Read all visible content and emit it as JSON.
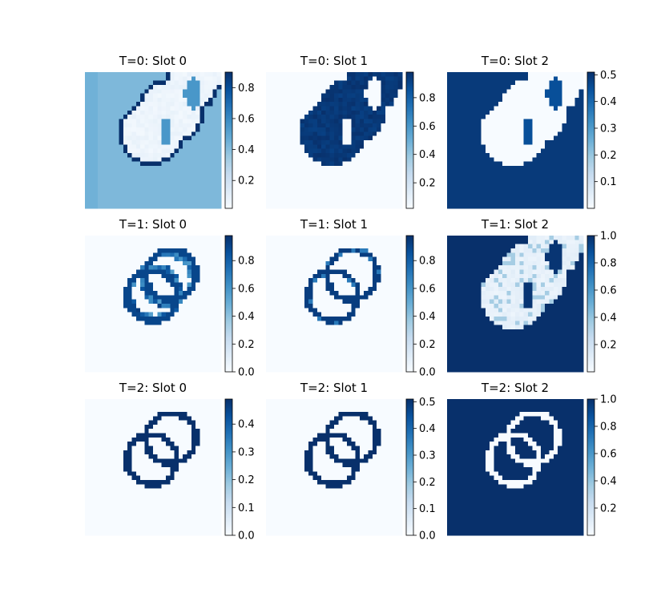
{
  "colormap": {
    "name": "Blues",
    "low": "#f7fbff",
    "mid": "#6baed6",
    "high": "#08306b"
  },
  "chart_data": [
    {
      "type": "heatmap",
      "title": "T=0: Slot 0",
      "colorbar_ticks": [
        0.2,
        0.4,
        0.6,
        0.8
      ],
      "clim": [
        0.02,
        0.9
      ],
      "scene": "t0s0"
    },
    {
      "type": "heatmap",
      "title": "T=0: Slot 1",
      "colorbar_ticks": [
        0.2,
        0.4,
        0.6,
        0.8
      ],
      "clim": [
        0.02,
        0.98
      ],
      "scene": "t0s1"
    },
    {
      "type": "heatmap",
      "title": "T=0: Slot 2",
      "colorbar_ticks": [
        0.1,
        0.2,
        0.3,
        0.4,
        0.5
      ],
      "clim": [
        0.0,
        0.51
      ],
      "scene": "t0s2"
    },
    {
      "type": "heatmap",
      "title": "T=1: Slot 0",
      "colorbar_ticks": [
        0.0,
        0.2,
        0.4,
        0.6,
        0.8
      ],
      "clim": [
        0.0,
        0.98
      ],
      "scene": "t1s0"
    },
    {
      "type": "heatmap",
      "title": "T=1: Slot 1",
      "colorbar_ticks": [
        0.0,
        0.2,
        0.4,
        0.6,
        0.8
      ],
      "clim": [
        0.0,
        0.98
      ],
      "scene": "t1s1"
    },
    {
      "type": "heatmap",
      "title": "T=1: Slot 2",
      "colorbar_ticks": [
        0.2,
        0.4,
        0.6,
        0.8,
        1.0
      ],
      "clim": [
        0.0,
        1.0
      ],
      "scene": "t1s2"
    },
    {
      "type": "heatmap",
      "title": "T=2: Slot 0",
      "colorbar_ticks": [
        0.0,
        0.1,
        0.2,
        0.3,
        0.4
      ],
      "clim": [
        0.0,
        0.49
      ],
      "scene": "t2s0"
    },
    {
      "type": "heatmap",
      "title": "T=2: Slot 1",
      "colorbar_ticks": [
        0.0,
        0.1,
        0.2,
        0.3,
        0.4,
        0.5
      ],
      "clim": [
        0.0,
        0.51
      ],
      "scene": "t2s1"
    },
    {
      "type": "heatmap",
      "title": "T=2: Slot 2",
      "colorbar_ticks": [
        0.2,
        0.4,
        0.6,
        0.8,
        1.0
      ],
      "clim": [
        0.0,
        1.0
      ],
      "scene": "t2s2"
    }
  ]
}
